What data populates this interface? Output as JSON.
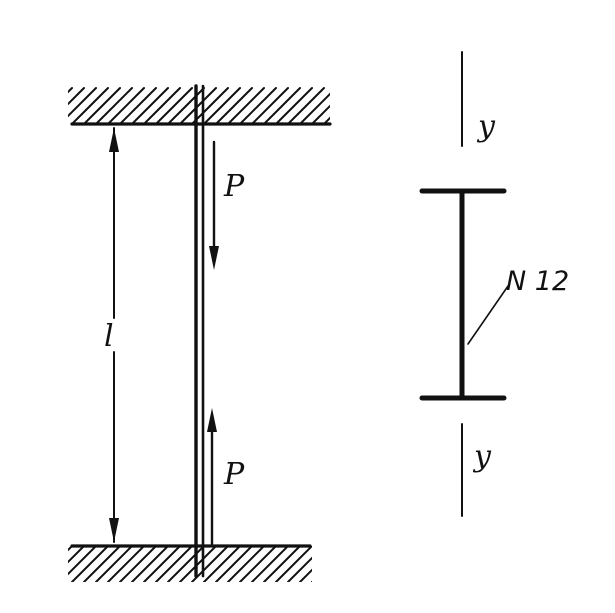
{
  "diagram": {
    "load_top": "P",
    "load_bottom": "P",
    "length_label": "l",
    "axis_top": "y",
    "axis_bottom": "y",
    "section_label": "N 12"
  }
}
